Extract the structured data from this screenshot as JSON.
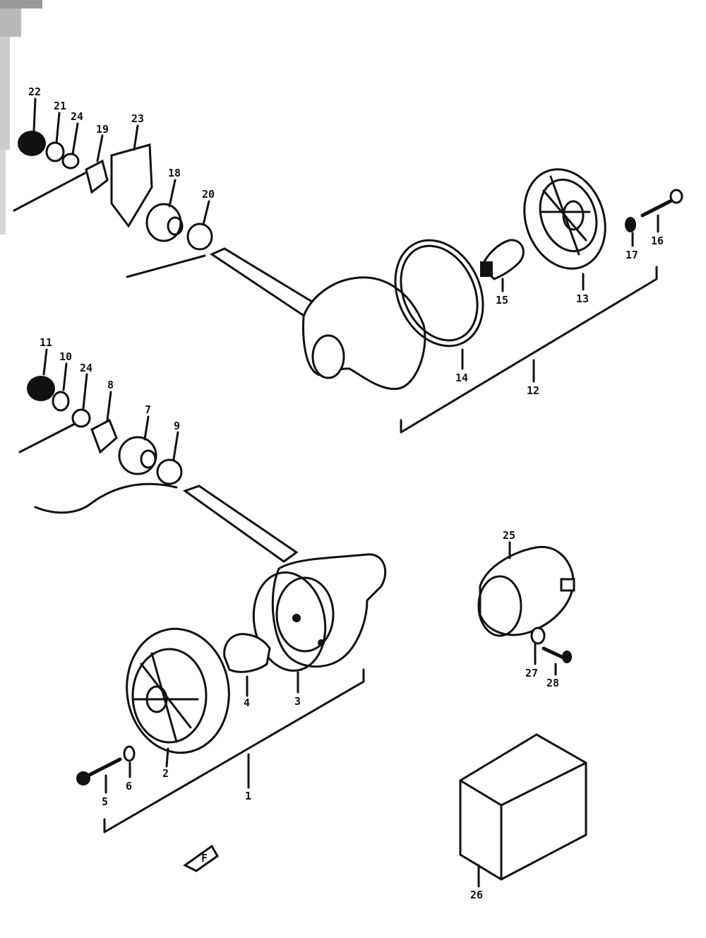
{
  "callouts": [
    {
      "id": "1",
      "text": "1"
    },
    {
      "id": "2",
      "text": "2"
    },
    {
      "id": "3",
      "text": "3"
    },
    {
      "id": "4",
      "text": "4"
    },
    {
      "id": "5",
      "text": "5"
    },
    {
      "id": "6",
      "text": "6"
    },
    {
      "id": "7",
      "text": "7"
    },
    {
      "id": "8",
      "text": "8"
    },
    {
      "id": "9",
      "text": "9"
    },
    {
      "id": "10",
      "text": "10"
    },
    {
      "id": "11",
      "text": "11"
    },
    {
      "id": "12",
      "text": "12"
    },
    {
      "id": "13",
      "text": "13"
    },
    {
      "id": "14",
      "text": "14"
    },
    {
      "id": "15",
      "text": "15"
    },
    {
      "id": "16",
      "text": "16"
    },
    {
      "id": "17",
      "text": "17"
    },
    {
      "id": "18",
      "text": "18"
    },
    {
      "id": "19",
      "text": "19"
    },
    {
      "id": "20",
      "text": "20"
    },
    {
      "id": "21",
      "text": "21"
    },
    {
      "id": "22",
      "text": "22"
    },
    {
      "id": "23",
      "text": "23"
    },
    {
      "id": "24a",
      "text": "24"
    },
    {
      "id": "24b",
      "text": "24"
    },
    {
      "id": "25",
      "text": "25"
    },
    {
      "id": "26",
      "text": "26"
    },
    {
      "id": "27",
      "text": "27"
    },
    {
      "id": "28",
      "text": "28"
    }
  ],
  "arrow_marker": {
    "text": "F"
  },
  "colors": {
    "ink": "#111111",
    "paper": "#ffffff"
  }
}
